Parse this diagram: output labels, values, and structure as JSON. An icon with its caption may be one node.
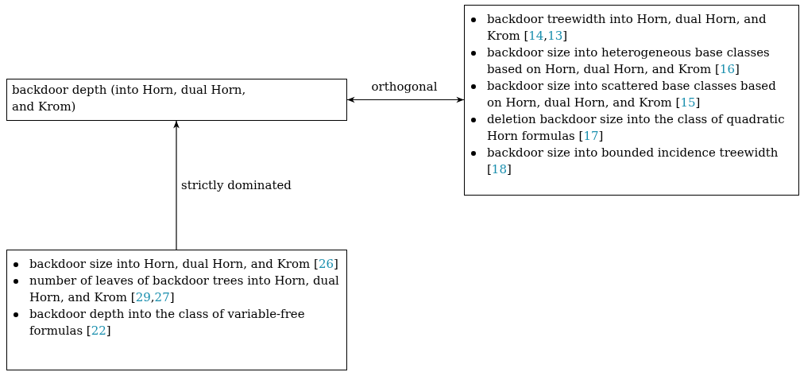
{
  "diagram": {
    "nodes": [
      {
        "text": [
          "backdoor depth (into Horn, dual Horn, and Krom)"
        ]
      },
      {
        "text": [
          "backdoor treewidth into Horn, dual Horn, and Krom [14,13]",
          "backdoor size into heterogeneous base classes based on Horn, dual Horn, and Krom [16]",
          "backdoor size into scattered base classes based on Horn, dual Horn, and Krom [15]",
          "deletion backdoor size into the class of quadratic Horn formulas [17]",
          "backdoor size into bounded incidence treewidth [18]"
        ]
      },
      {
        "text": [
          "backdoor size into Horn, dual Horn, and Krom [26]",
          "number of leaves of backdoor trees into Horn, dual Horn, and Krom [29,27]",
          "backdoor depth into the class of variable-free formulas [22]"
        ]
      }
    ],
    "edges": [
      {
        "from": 0,
        "to": 1,
        "arrow": "both",
        "label": "orthogonal"
      },
      {
        "from": 2,
        "to": 0,
        "arrow": "to",
        "label": "strictly dominated"
      }
    ]
  }
}
